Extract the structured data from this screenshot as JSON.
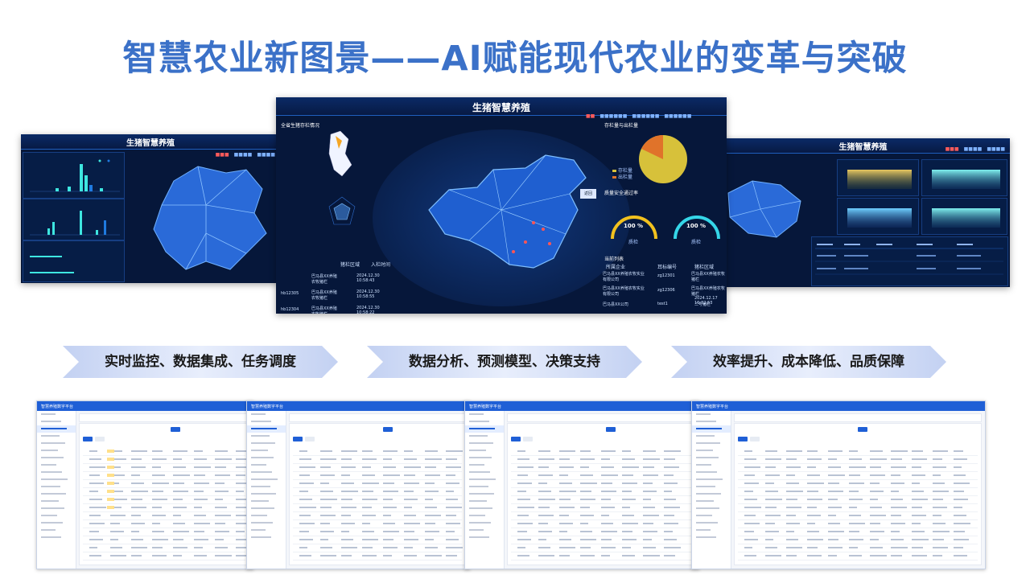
{
  "title": "智慧农业新图景——AI赋能现代农业的变革与突破",
  "banners": [
    {
      "label": "实时监控、数据集成、任务调度"
    },
    {
      "label": "数据分析、预测模型、决策支持"
    },
    {
      "label": "效率提升、成本降低、品质保障"
    }
  ],
  "colors": {
    "title": "#3b71c8",
    "dashboard_bg": "#06173a",
    "admin_accent": "#1f5fd6",
    "banner_light": "#e8eefc",
    "banner_dark": "#c3d1f2"
  },
  "dashboard_left": {
    "title": "生猪智慧养殖"
  },
  "dashboard_center": {
    "title": "生猪智慧养殖",
    "panel_stock": "全省生猪存栏情况",
    "panel_ratio": "存栏量与出栏量",
    "panel_quality": "质量安全通过率",
    "legend": [
      "存栏量",
      "出栏量"
    ],
    "gauges": [
      "100 %",
      "100 %"
    ],
    "gauge_labels": [
      "质检",
      "质检"
    ],
    "panel_list": "当前列表",
    "list_headers": [
      "所属企业",
      "耳标编号",
      "猪栏区域"
    ],
    "list_rows": [
      [
        "巴马县XX养殖农牧实业有限公司",
        "zg12301",
        "巴马县XX养殖农牧猪栏"
      ],
      [
        "巴马县XX养殖农牧实业有限公司",
        "zg12306",
        "巴马县XX养殖农牧猪栏"
      ],
      [
        "巴马县XX公司",
        "test1",
        "二号猪栏"
      ]
    ],
    "list_times": [
      "2024.12.17 16:32:53"
    ],
    "left_headers": [
      "猪栏区域",
      "入栏时间"
    ],
    "left_rows": [
      [
        "",
        "巴马县XX养殖农牧猪栏",
        "2024.12.30 10:58:43"
      ],
      [
        "hb12305",
        "巴马县XX养殖农牧猪栏",
        "2024.12.30 10:58:55"
      ],
      [
        "hb12304",
        "巴马县XX养殖农牧猪栏",
        "2024.12.30 10:58:22"
      ]
    ],
    "map_button": "返回"
  },
  "dashboard_right": {
    "title": "生猪智慧养殖"
  },
  "admin_screens": [
    {
      "app": "智慧养殖数字平台"
    },
    {
      "app": "智慧养殖数字平台"
    },
    {
      "app": "智慧养殖数字平台"
    },
    {
      "app": "智慧养殖数字平台"
    }
  ]
}
